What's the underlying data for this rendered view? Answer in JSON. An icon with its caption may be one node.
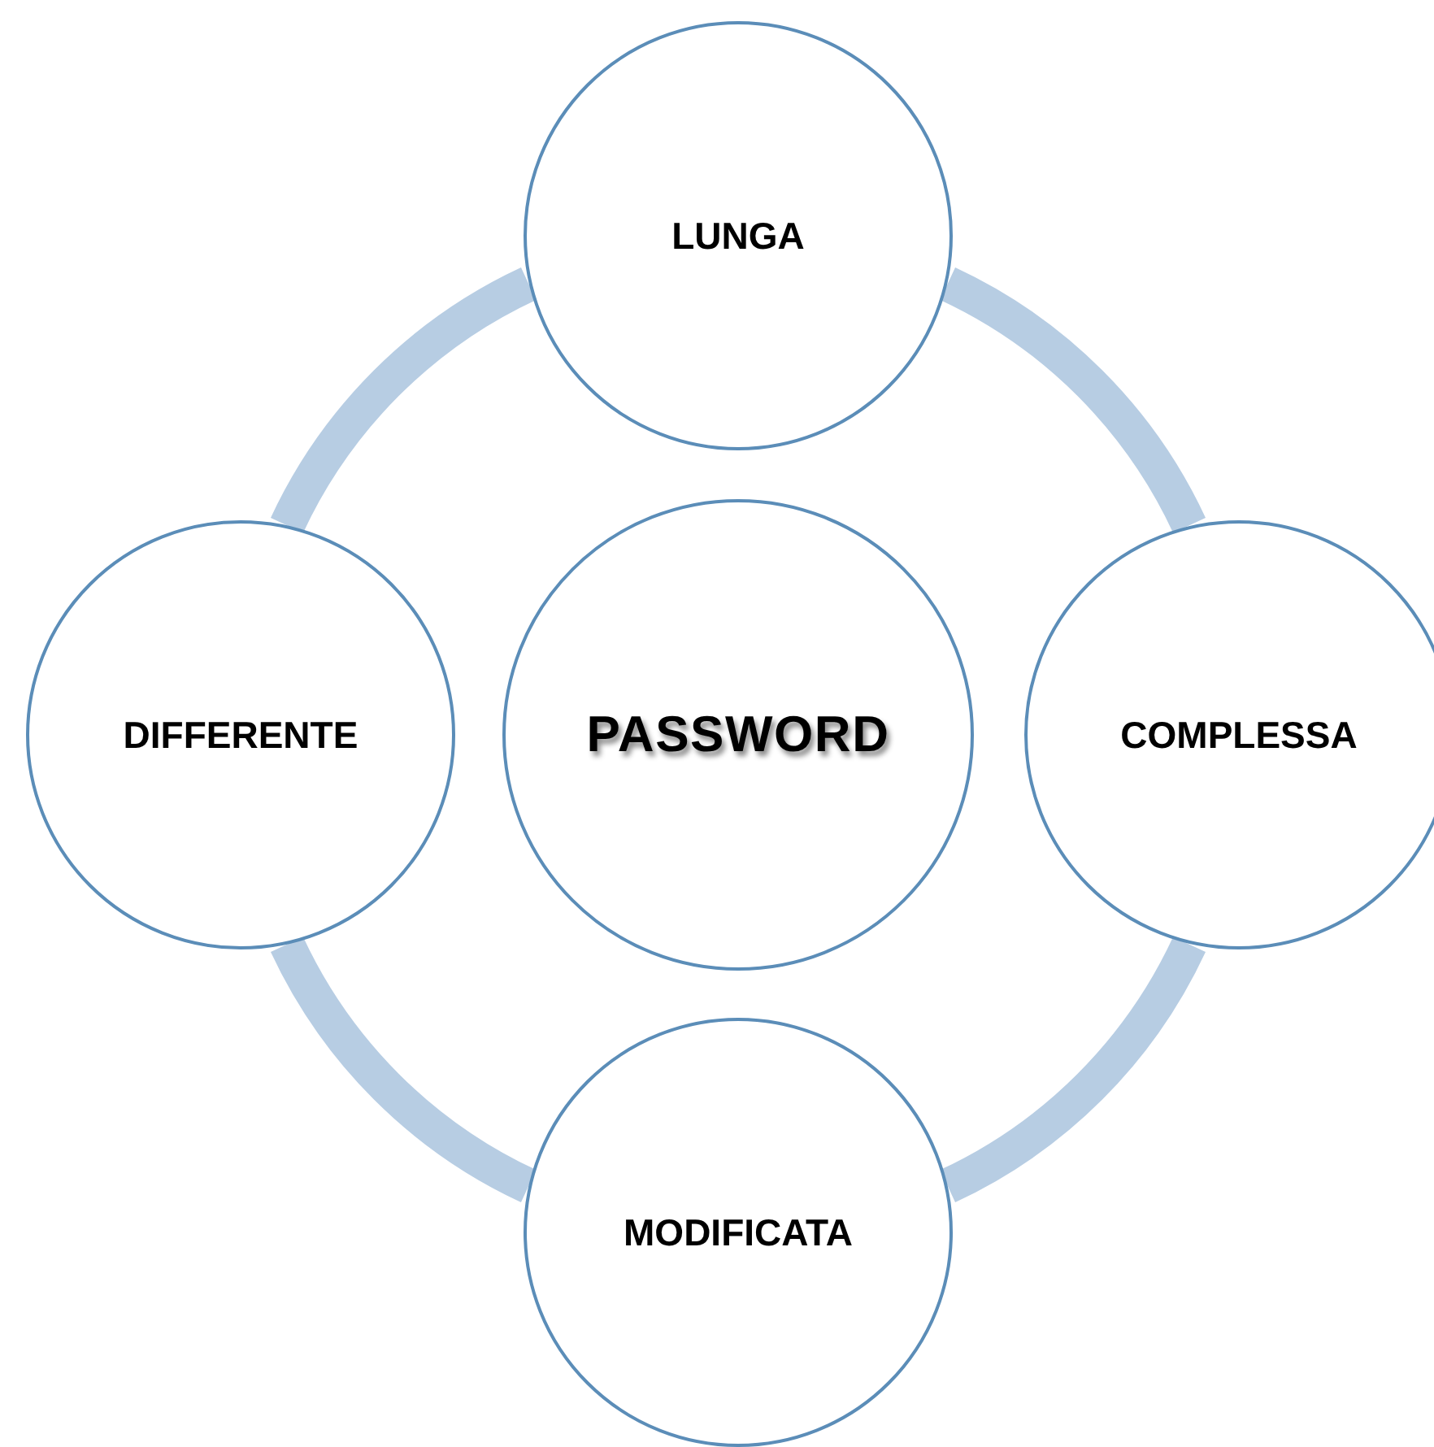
{
  "diagram": {
    "nodes": [
      {
        "text": [
          "LUNGA"
        ]
      },
      {
        "text": [
          "DIFFERENTE"
        ]
      },
      {
        "text": [
          "PASSWORD"
        ]
      },
      {
        "text": [
          "COMPLESSA"
        ]
      },
      {
        "text": [
          "MODIFICATA"
        ]
      }
    ],
    "edges": [
      {
        "from": 0,
        "to": 3,
        "arrow": "none"
      },
      {
        "from": 3,
        "to": 4,
        "arrow": "none"
      },
      {
        "from": 4,
        "to": 1,
        "arrow": "none"
      },
      {
        "from": 1,
        "to": 0,
        "arrow": "none"
      }
    ]
  }
}
